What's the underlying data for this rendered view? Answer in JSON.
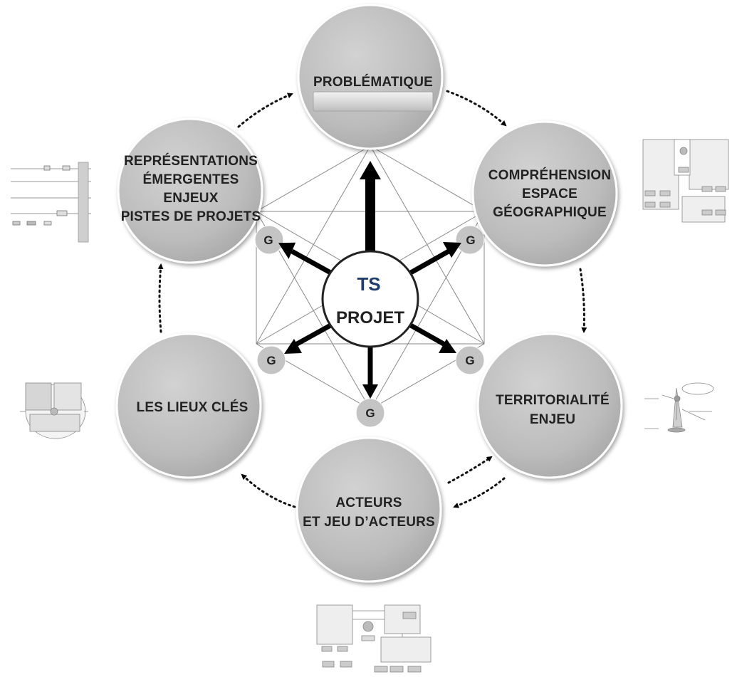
{
  "center": {
    "ts": "TS",
    "projet": "PROJET"
  },
  "g_label": "G",
  "nodes": {
    "problematique": {
      "lines": [
        "PROBLÉMATIQUE"
      ]
    },
    "comprehension": {
      "lines": [
        "COMPRÉHENSION",
        "ESPACE",
        "GÉOGRAPHIQUE"
      ]
    },
    "territorialite": {
      "lines": [
        "TERRITORIALITÉ",
        "ENJEU"
      ]
    },
    "acteurs": {
      "lines": [
        "ACTEURS",
        "ET JEU D’ACTEURS"
      ]
    },
    "lieux": {
      "lines": [
        "LES LIEUX CLÉS"
      ]
    },
    "representations": {
      "lines": [
        "REPRÉSENTATIONS",
        "ÉMERGENTES",
        "ENJEUX",
        "PISTES DE PROJETS"
      ]
    }
  },
  "colors": {
    "circle_fill": "#bdbdbd",
    "circle_stroke": "#ffffff",
    "g_fill": "#c4c4c4",
    "arrow": "#000000",
    "ts_color": "#1f3e6e"
  }
}
